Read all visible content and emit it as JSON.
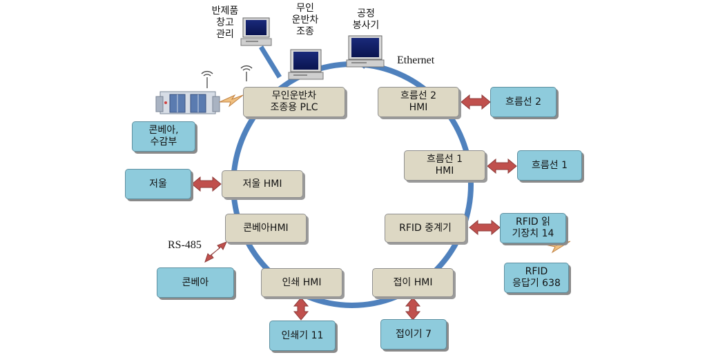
{
  "network": {
    "ring_label": "Ethernet",
    "serial_label": "RS-485"
  },
  "terminals": {
    "warehouse": "반제품\n창고\n관리",
    "agv_control": "무인\n운반차\n조종",
    "process_server": "공정\n봉사기"
  },
  "hmi_nodes": {
    "agv_plc": "무인운반차\n조종용 PLC",
    "line2_hmi": "흐름선 2\nHMI",
    "line1_hmi": "흐름선 1\nHMI",
    "scale_hmi": "저울 HMI",
    "conveyor_hmi": "콘베아HMI",
    "rfid_relay": "RFID 중계기",
    "printer_hmi": "인쇄 HMI",
    "folder_hmi": "접이 HMI"
  },
  "devices": {
    "conveyor_receiver": "콘베아,\n수감부",
    "line2": "흐름선 2",
    "line1": "흐름선 1",
    "scale": "저울",
    "conveyor": "콘베아",
    "rfid_reader": "RFID 읽\n기장치 14",
    "rfid_responder": "RFID\n응답기 638",
    "printer": "인쇄기 11",
    "folder": "접이기 7"
  },
  "colors": {
    "ring": "#4f81bd",
    "arrow": "#c0504d",
    "hmi_fill": "#ddd8c4",
    "device_fill": "#8ecbdc"
  }
}
